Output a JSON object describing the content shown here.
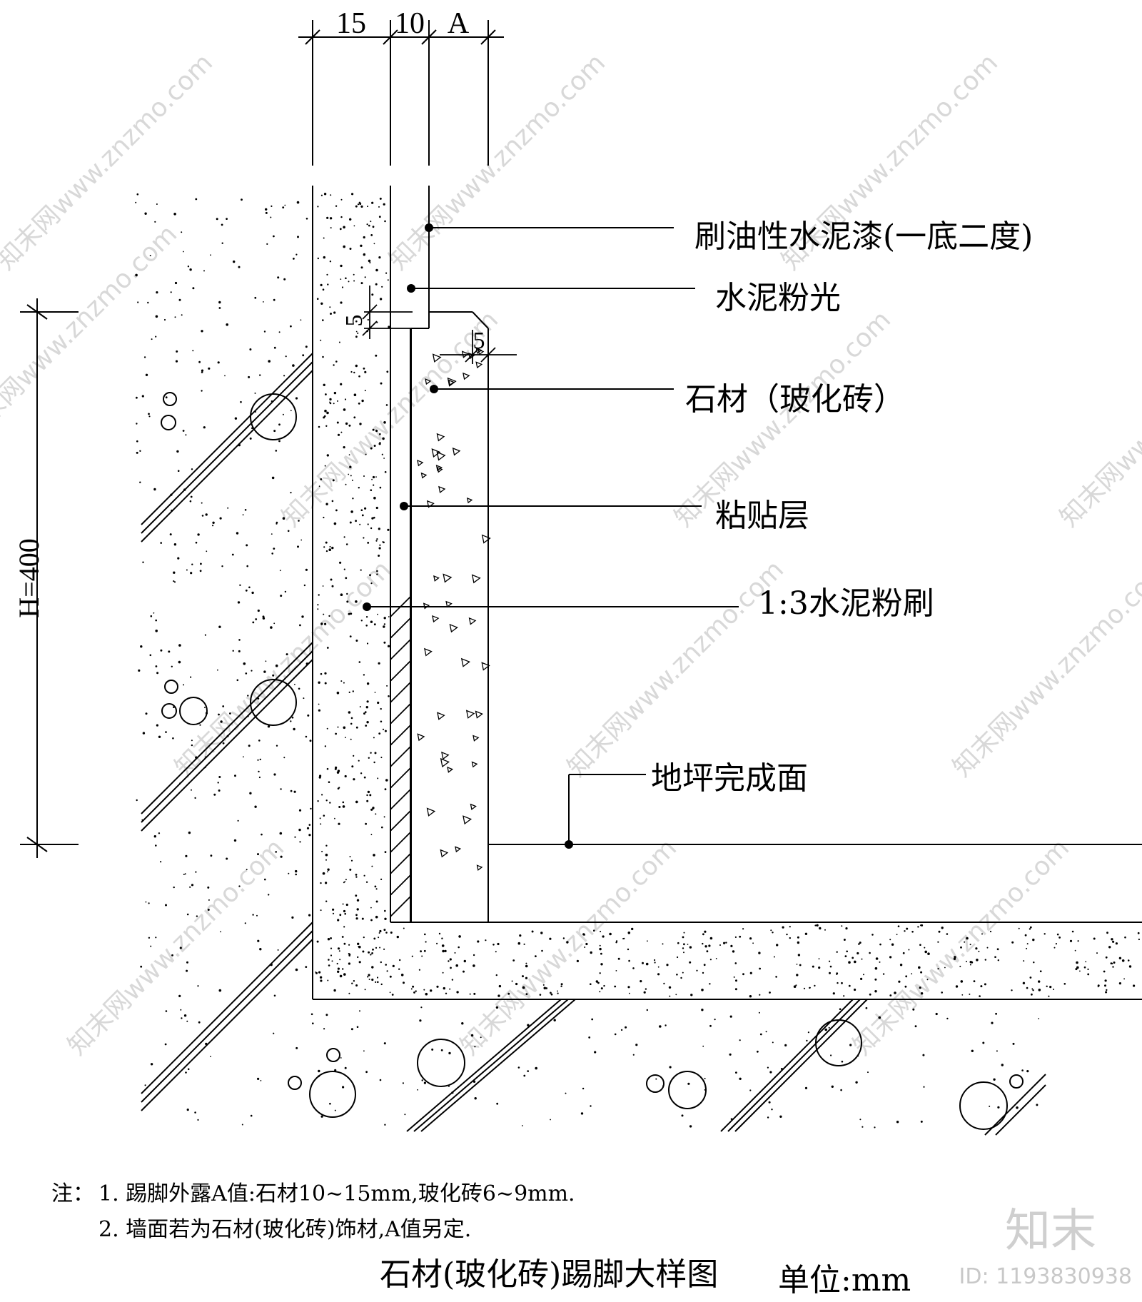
{
  "dimensions": {
    "top": [
      "15",
      "10",
      "A"
    ],
    "gap_top": "5",
    "gap_right": "5",
    "height": "H=400"
  },
  "labels": {
    "paint": "刷油性水泥漆(一底二度)",
    "plaster": "水泥粉光",
    "stone": "石材（玻化砖）",
    "adhesive": "粘贴层",
    "mortar": "1:3水泥粉刷",
    "floor": "地坪完成面"
  },
  "notes": {
    "prefix": "注：",
    "line1": "1.  踢脚外露A值:石材10~15mm,玻化砖6~9mm.",
    "line2": "2.  墙面若为石材(玻化砖)饰材,A值另定."
  },
  "title": "石材(玻化砖)踢脚大样图",
  "unit": "单位:mm",
  "watermark": {
    "text": "知末网www.znzmo.com",
    "logo": "知末",
    "id": "ID: 1193830938"
  }
}
